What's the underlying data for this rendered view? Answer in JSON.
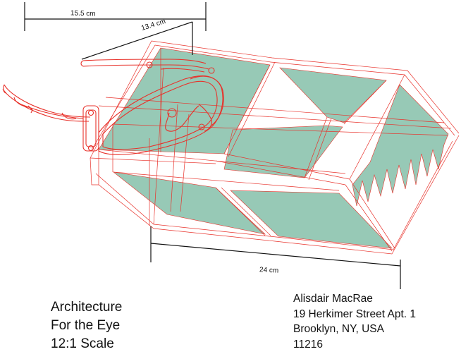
{
  "title": {
    "line1": "Architecture",
    "line2": "For the Eye",
    "line3": "12:1 Scale"
  },
  "address": {
    "name": "Alisdair MacRae",
    "street": "19 Herkimer Street Apt. 1",
    "city": "Brooklyn, NY, USA",
    "zip": "11216"
  },
  "dimensions": {
    "width_label": "15.5 cm",
    "depth_label": "13.4 cm",
    "length_label": "24 cm"
  },
  "colors": {
    "outline": "#e8322b",
    "glass": "#97c9b6",
    "dimension": "#111111"
  }
}
